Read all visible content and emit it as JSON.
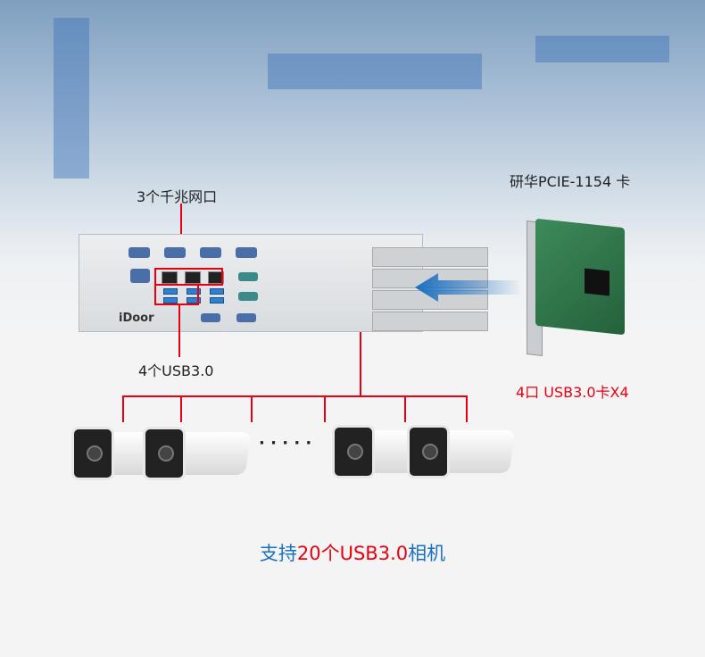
{
  "labels": {
    "lan_ports": "3个千兆网口",
    "usb_ports": "4个USB3.0",
    "card_name": "研华PCIE-1154 卡",
    "card_desc": "4口 USB3.0卡X4",
    "camera_ellipsis": "· · · · ·"
  },
  "device": {
    "logo": "iDoor"
  },
  "caption": {
    "prefix": "支持",
    "highlight": "20个USB3.0",
    "suffix": "相机"
  },
  "colors": {
    "accent_red": "#e60012",
    "accent_blue": "#1a6fc0"
  }
}
